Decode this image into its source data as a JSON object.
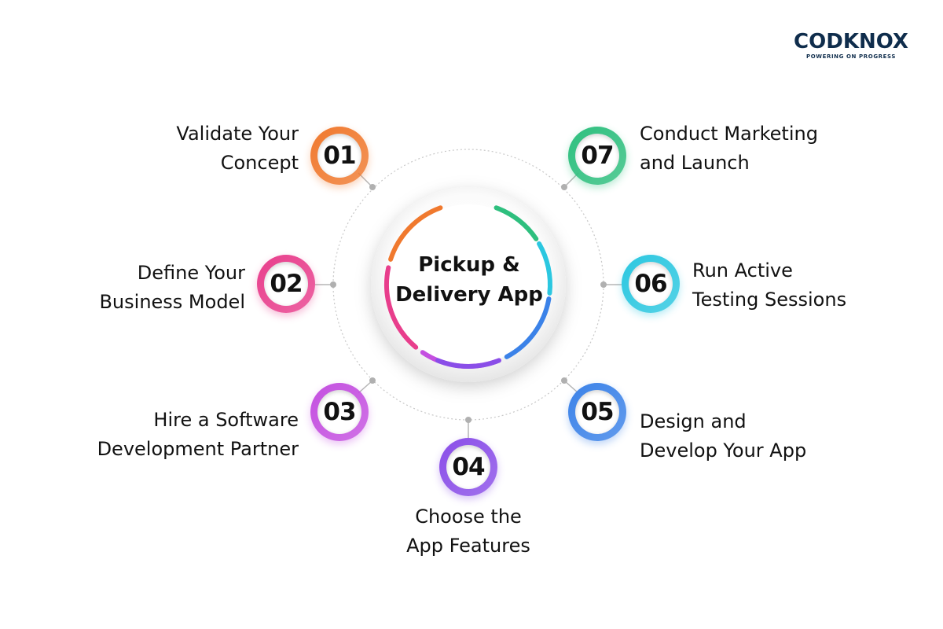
{
  "logo": {
    "wordmark": "CODKNOX",
    "tagline": "POWERING ON PROGRESS"
  },
  "center": {
    "title_line1": "Pickup &",
    "title_line2": "Delivery App"
  },
  "steps": [
    {
      "number": "01",
      "line1": "Validate Your",
      "line2": "Concept",
      "color": "#f0792e"
    },
    {
      "number": "02",
      "line1": "Define Your",
      "line2": "Business Model",
      "color": "#e83e8c"
    },
    {
      "number": "03",
      "line1": "Hire a Software",
      "line2": "Development Partner",
      "color": "#c44fe0"
    },
    {
      "number": "04",
      "line1": "Choose the",
      "line2": "App Features",
      "color": "#8a4ee8"
    },
    {
      "number": "05",
      "line1": "Design and",
      "line2": "Develop Your App",
      "color": "#3b82e8"
    },
    {
      "number": "06",
      "line1": "Run Active",
      "line2": "Testing Sessions",
      "color": "#2bc7e0"
    },
    {
      "number": "07",
      "line1": "Conduct Marketing",
      "line2": "and Launch",
      "color": "#2ebf7e"
    }
  ]
}
